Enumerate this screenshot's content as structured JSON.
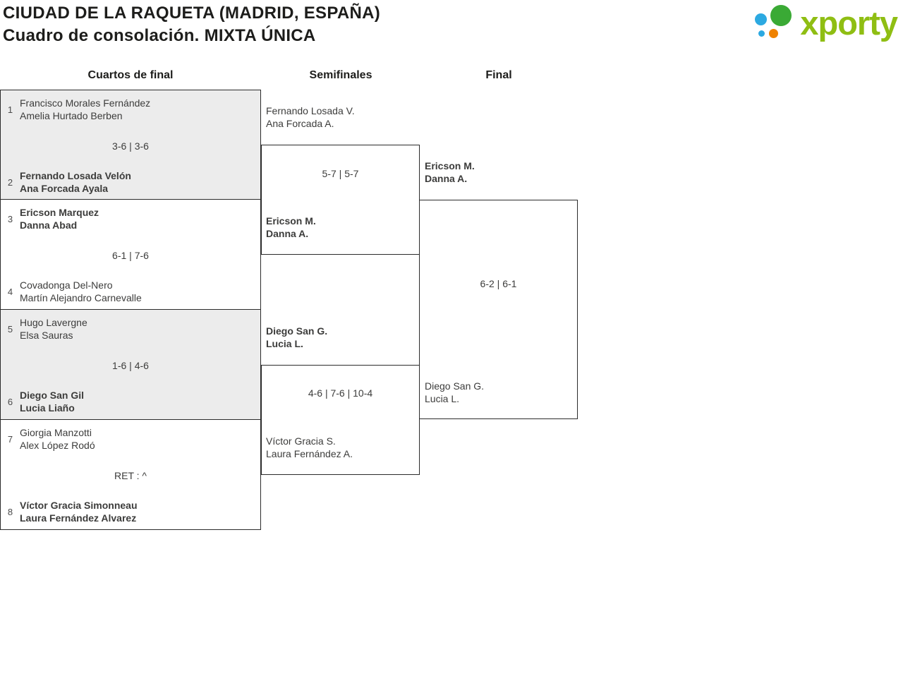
{
  "header": {
    "title": "CIUDAD DE LA RAQUETA (MADRID, ESPAÑA)",
    "subtitle": "Cuadro de consolación. MIXTA ÚNICA"
  },
  "logo": {
    "brand": "xporty"
  },
  "rounds": {
    "quarterfinals_label": "Cuartos de final",
    "semifinals_label": "Semifinales",
    "final_label": "Final"
  },
  "quarterfinals": [
    {
      "seed_top": "1",
      "top_player1": "Francisco Morales Fernández",
      "top_player2": "Amelia Hurtado Berben",
      "score": "3-6 | 3-6",
      "seed_bottom": "2",
      "bottom_player1": "Fernando Losada Velón",
      "bottom_player2": "Ana Forcada Ayala"
    },
    {
      "seed_top": "3",
      "top_player1": "Ericson Marquez",
      "top_player2": "Danna Abad",
      "score": "6-1 | 7-6",
      "seed_bottom": "4",
      "bottom_player1": "Covadonga Del-Nero",
      "bottom_player2": "Martín Alejandro Carnevalle"
    },
    {
      "seed_top": "5",
      "top_player1": "Hugo Lavergne",
      "top_player2": "Elsa Sauras",
      "score": "1-6 | 4-6",
      "seed_bottom": "6",
      "bottom_player1": "Diego San Gil",
      "bottom_player2": "Lucia Liaño"
    },
    {
      "seed_top": "7",
      "top_player1": "Giorgia Manzotti",
      "top_player2": "Alex López Rodó",
      "score": "RET : ^",
      "seed_bottom": "8",
      "bottom_player1": "Víctor Gracia Simonneau",
      "bottom_player2": "Laura Fernández Alvarez"
    }
  ],
  "semifinals": [
    {
      "top_player1": "Fernando Losada V.",
      "top_player2": "Ana Forcada A.",
      "score": "5-7 | 5-7",
      "bottom_player1": "Ericson M.",
      "bottom_player2": "Danna A."
    },
    {
      "top_player1": "Diego San G.",
      "top_player2": "Lucia L.",
      "score": "4-6 | 7-6 | 10-4",
      "bottom_player1": "Víctor Gracia S.",
      "bottom_player2": "Laura Fernández A."
    }
  ],
  "final": {
    "top_player1": "Ericson M.",
    "top_player2": "Danna A.",
    "score": "6-2 | 6-1",
    "bottom_player1": "Diego San G.",
    "bottom_player2": "Lucia L."
  }
}
